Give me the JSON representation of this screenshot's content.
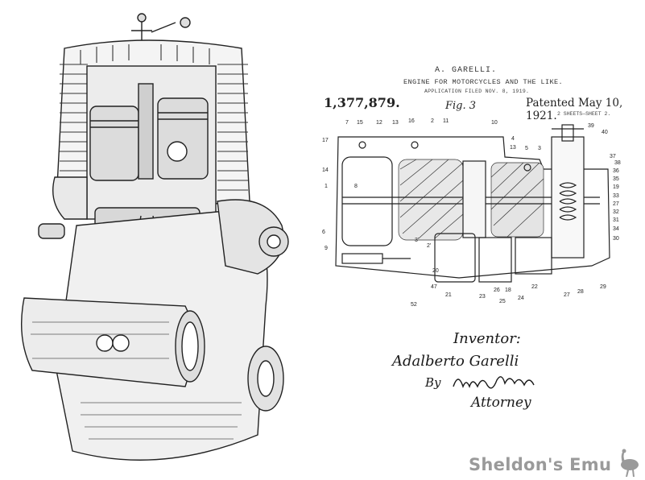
{
  "patent": {
    "inventor_header": "A. GARELLI.",
    "title": "ENGINE FOR MOTORCYCLES AND THE LIKE.",
    "application": "APPLICATION FILED NOV. 8, 1919.",
    "number": "1,377,879.",
    "figure": "Fig. 3",
    "patented": "Patented May 10, 1921.",
    "sheets": "2 SHEETS—SHEET 2."
  },
  "signature": {
    "inventor_label": "Inventor:",
    "inventor_name": "Adalberto Garelli",
    "by": "By",
    "attorney_label": "Attorney"
  },
  "callouts": [
    "7",
    "15",
    "12",
    "13",
    "16",
    "2",
    "11",
    "10",
    "4",
    "13",
    "5",
    "3",
    "39",
    "40",
    "17",
    "37",
    "38",
    "36",
    "35",
    "19",
    "33",
    "27",
    "32",
    "31",
    "34",
    "30",
    "8",
    "14",
    "1",
    "6",
    "9",
    "3",
    "2",
    "20",
    "47",
    "21",
    "23",
    "26",
    "18",
    "25",
    "22",
    "24",
    "27",
    "28",
    "29",
    "52"
  ],
  "watermark": "Sheldon's Emu",
  "icons": [
    "emu-icon"
  ]
}
